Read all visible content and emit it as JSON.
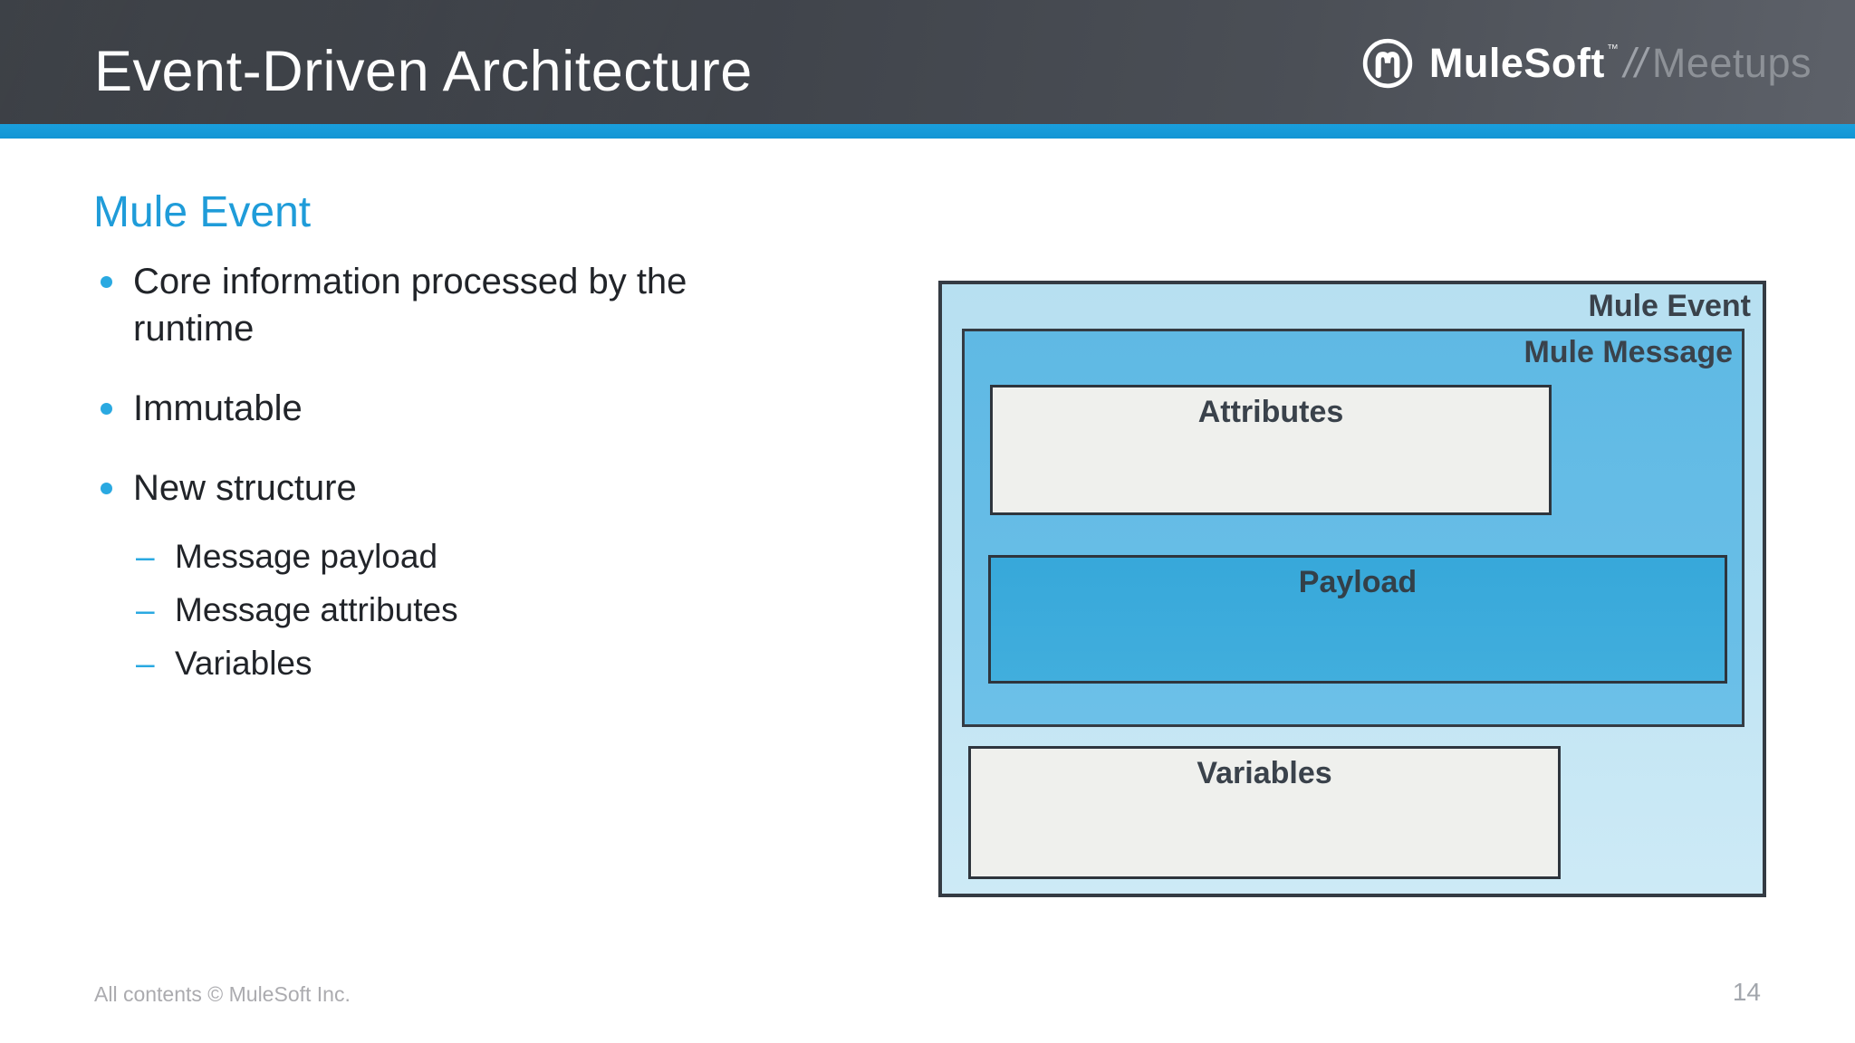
{
  "header": {
    "title": "Event-Driven Architecture",
    "logo": {
      "brand": "MuleSoft",
      "trademark": "™",
      "separator": "//",
      "program": "Meetups"
    }
  },
  "content": {
    "heading": "Mule Event",
    "markers": {
      "dash": "–"
    },
    "bullets": [
      {
        "level": 1,
        "text": "Core information processed by the runtime"
      },
      {
        "level": 1,
        "text": "Immutable"
      },
      {
        "level": 1,
        "text": "New structure"
      },
      {
        "level": 2,
        "text": "Message payload"
      },
      {
        "level": 2,
        "text": "Message attributes"
      },
      {
        "level": 2,
        "text": "Variables"
      }
    ]
  },
  "diagram": {
    "outer_label": "Mule Event",
    "message_label": "Mule Message",
    "attributes_label": "Attributes",
    "payload_label": "Payload",
    "variables_label": "Variables",
    "colors": {
      "outer_fill": "#bfe3f2",
      "message_fill": "#66bee7",
      "payload_fill": "#3aabdc",
      "panel_fill": "#eff0ed",
      "border": "#30373f",
      "label": "#3a424b"
    }
  },
  "footer": {
    "copyright": "All contents © MuleSoft Inc.",
    "page_number": "14"
  },
  "theme": {
    "accent_blue": "#1598d7",
    "heading_blue": "#1f9cd9",
    "bullet_blue": "#2aa9e1",
    "header_dark": "#3b3f46",
    "body_text": "#212429"
  }
}
